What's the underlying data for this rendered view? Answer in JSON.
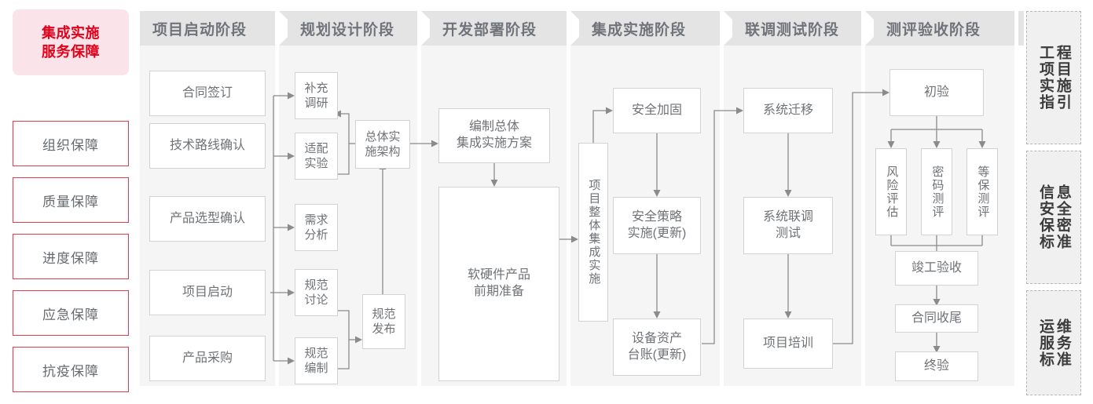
{
  "left_panel": {
    "title": "集成实施\n服务保障",
    "title_line1": "集成实施",
    "title_line2": "服务保障",
    "guarantees": [
      {
        "label": "组织保障"
      },
      {
        "label": "质量保障"
      },
      {
        "label": "进度保障"
      },
      {
        "label": "应急保障"
      },
      {
        "label": "抗疫保障"
      }
    ]
  },
  "phases": [
    {
      "id": "phase-initiation",
      "header": "项目启动阶段",
      "nodes": [
        {
          "label": "合同签订"
        },
        {
          "label": "技术路线确认"
        },
        {
          "label": "产品选型确认"
        },
        {
          "label": "项目启动"
        },
        {
          "label": "产品采购"
        }
      ]
    },
    {
      "id": "phase-planning",
      "header": "规划设计阶段",
      "nodes": [
        {
          "label": "补充\n调研",
          "l1": "补充",
          "l2": "调研"
        },
        {
          "label": "适配\n实验",
          "l1": "适配",
          "l2": "实验"
        },
        {
          "label": "需求\n分析",
          "l1": "需求",
          "l2": "分析"
        },
        {
          "label": "规范\n讨论",
          "l1": "规范",
          "l2": "讨论"
        },
        {
          "label": "规范\n编制",
          "l1": "规范",
          "l2": "编制"
        },
        {
          "label": "总体实\n施架构",
          "l1": "总体实",
          "l2": "施架构"
        },
        {
          "label": "规范\n发布",
          "l1": "规范",
          "l2": "发布"
        }
      ]
    },
    {
      "id": "phase-development",
      "header": "开发部署阶段",
      "nodes": [
        {
          "label": "编制总体\n集成实施方案",
          "l1": "编制总体",
          "l2": "集成实施方案"
        },
        {
          "label": "软硬件产品\n前期准备",
          "l1": "软硬件产品",
          "l2": "前期准备"
        }
      ]
    },
    {
      "id": "phase-integration",
      "header": "集成实施阶段",
      "nodes": [
        {
          "label": "项目整体集成实施"
        },
        {
          "label": "安全加固"
        },
        {
          "label": "安全策略\n实施(更新)",
          "l1": "安全策略",
          "l2": "实施(更新)"
        },
        {
          "label": "设备资产\n台账(更新)",
          "l1": "设备资产",
          "l2": "台账(更新)"
        }
      ]
    },
    {
      "id": "phase-joint-test",
      "header": "联调测试阶段",
      "nodes": [
        {
          "label": "系统迁移"
        },
        {
          "label": "系统联调\n测试",
          "l1": "系统联调",
          "l2": "测试"
        },
        {
          "label": "项目培训"
        }
      ]
    },
    {
      "id": "phase-acceptance",
      "header": "测评验收阶段",
      "nodes": [
        {
          "label": "初验"
        },
        {
          "label": "风险评估"
        },
        {
          "label": "密码测评"
        },
        {
          "label": "等保测评"
        },
        {
          "label": "竣工验收"
        },
        {
          "label": "合同收尾"
        },
        {
          "label": "终验"
        }
      ]
    }
  ],
  "standards": [
    {
      "id": "std-engineering",
      "label": "工程项目实施指引",
      "col_right": "程目施引",
      "col_left": "工项实指"
    },
    {
      "id": "std-security",
      "label": "信息安全保密标准",
      "col_right": "息全密准",
      "col_left": "信安保标"
    },
    {
      "id": "std-ops",
      "label": "运维服务标准",
      "col_right": "维务准",
      "col_left": "运服标"
    }
  ],
  "colors": {
    "brand_red": "#e2001a",
    "brand_red_border": "#e03a4e",
    "brand_red_bg": "#fbe4e9",
    "phase_header_bg": "#e4e4e4",
    "phase_body_bg": "#f5f5f5",
    "node_border": "#d3d3d3",
    "node_text": "#6f7276",
    "connector": "#8b8b8b",
    "standards_bg": "#f0f0f0",
    "standards_border": "#b6b6b6"
  }
}
